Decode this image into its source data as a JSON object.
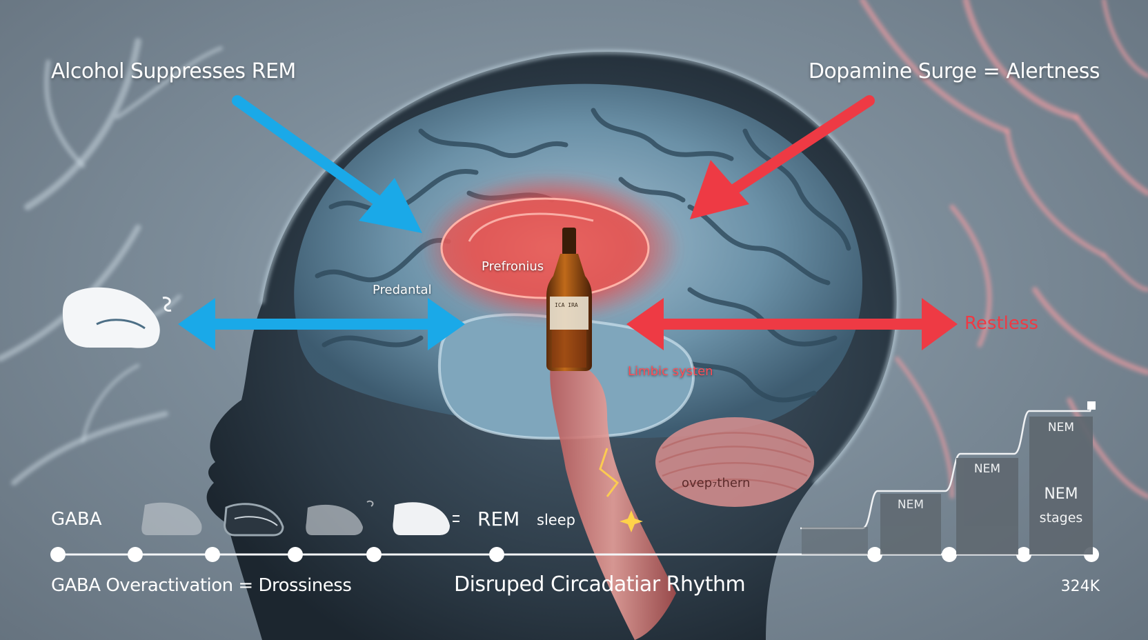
{
  "titles": {
    "left": "Alcohol Suppresses REM",
    "right": "Dopamine Surge = Alertness"
  },
  "brain_labels": {
    "prefronius": "Prefronius",
    "predantal": "Predantal",
    "limbic": "Limbic systen",
    "overpthern": "ovep₇thern",
    "restless": "Restless"
  },
  "bottle": {
    "label": "ICA IRA"
  },
  "timeline": {
    "gaba": "GABA",
    "rem": "REM",
    "sleep": "sleep",
    "footer_left": "GABA Overactivation = Drossiness",
    "footer_center": "Disruped Circadatiar Rhythm",
    "footer_right": "324K"
  },
  "stages_chart": {
    "bars": [
      {
        "label": ""
      },
      {
        "label": "NEM"
      },
      {
        "label": "NEM"
      },
      {
        "label": "NEM"
      }
    ],
    "last_label_line1": "NEM",
    "last_label_line2": "stages"
  },
  "colors": {
    "blue_arrow": "#1aa9e8",
    "red_arrow": "#ee3a44",
    "prefrontal_glow": "#f2625f",
    "brain_tissue": "#6e95ac",
    "bar_fill": "#5f6870"
  },
  "icons": [
    "sleeping-head-icon",
    "bottle-icon",
    "arrow-icon",
    "spark-icon"
  ]
}
